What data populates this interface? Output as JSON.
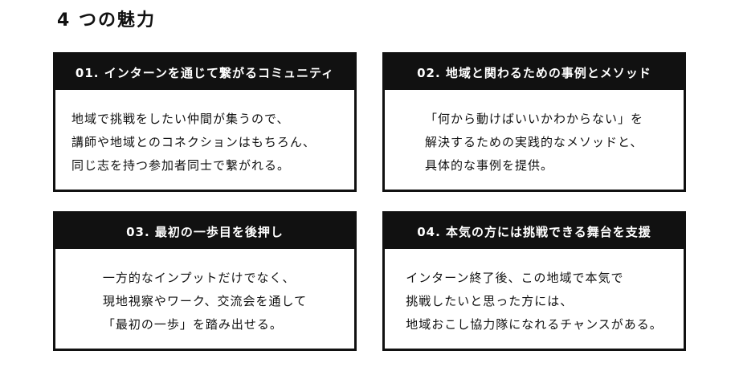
{
  "section_title": "4 つの魅力",
  "cards": [
    {
      "header": "01. インターンを通じて繋がるコミュニティ",
      "lines": [
        "地域で挑戦をしたい仲間が集うので、",
        "講師や地域とのコネクションはもちろん、",
        "同じ志を持つ参加者同士で繋がれる。"
      ]
    },
    {
      "header": "02. 地域と関わるための事例とメソッド",
      "lines": [
        "「何から動けばいいかわからない」を",
        "解決するための実践的なメソッドと、",
        "具体的な事例を提供。"
      ]
    },
    {
      "header": "03. 最初の一歩目を後押し",
      "lines": [
        "一方的なインプットだけでなく、",
        "現地視察やワーク、交流会を通して",
        "「最初の一歩」を踏み出せる。"
      ]
    },
    {
      "header": "04. 本気の方には挑戦できる舞台を支援",
      "lines": [
        "インターン終了後、この地域で本気で",
        "挑戦したいと思った方には、",
        "地域おこし協力隊になれるチャンスがある。"
      ]
    }
  ]
}
